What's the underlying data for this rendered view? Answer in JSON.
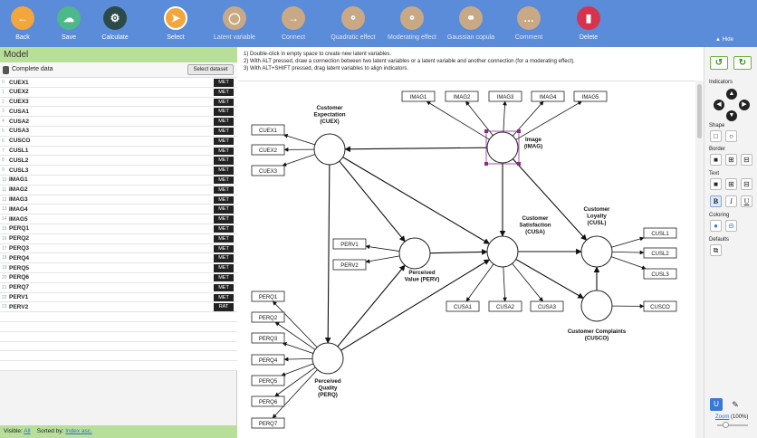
{
  "toolbar": {
    "items": [
      {
        "id": "back",
        "label": "Back",
        "color": "#f2a63c",
        "glyph": "←",
        "icon": "arrow-left-icon"
      },
      {
        "id": "save",
        "label": "Save",
        "color": "#4db889",
        "glyph": "☁",
        "icon": "cloud-upload-icon"
      },
      {
        "id": "calculate",
        "label": "Calculate",
        "color": "#2d4a4a",
        "glyph": "⚙",
        "icon": "gear-icon"
      },
      {
        "id": "select",
        "label": "Select",
        "color": "#f2a63c",
        "glyph": "➤",
        "icon": "cursor-icon"
      },
      {
        "id": "latent-variable",
        "label": "Latent variable",
        "color": "#c9a985",
        "glyph": "◯",
        "icon": "circle-icon"
      },
      {
        "id": "connect",
        "label": "Connect",
        "color": "#c9a985",
        "glyph": "→",
        "icon": "arrow-right-icon"
      },
      {
        "id": "quadratic-effect",
        "label": "Quadratic effect",
        "color": "#c9a985",
        "glyph": "⚬",
        "icon": "person-icon"
      },
      {
        "id": "moderating-effect",
        "label": "Moderating effect",
        "color": "#c9a985",
        "glyph": "⚬",
        "icon": "person-icon"
      },
      {
        "id": "gaussian-copula",
        "label": "Gaussian copula",
        "color": "#c9a985",
        "glyph": "⚭",
        "icon": "group-icon"
      },
      {
        "id": "comment",
        "label": "Comment",
        "color": "#c9a985",
        "glyph": "…",
        "icon": "speech-bubble-icon"
      },
      {
        "id": "delete",
        "label": "Delete",
        "color": "#d6334c",
        "glyph": "▮",
        "icon": "trash-icon"
      }
    ],
    "hide_label": "Hide"
  },
  "left": {
    "title": "Model",
    "dataset_label": "Complete data",
    "select_dataset": "Select dataset",
    "indicators": [
      {
        "num": "0",
        "name": "CUEX1",
        "tag": "MET"
      },
      {
        "num": "1",
        "name": "CUEX2",
        "tag": "MET"
      },
      {
        "num": "2",
        "name": "CUEX3",
        "tag": "MET"
      },
      {
        "num": "3",
        "name": "CUSA1",
        "tag": "MET"
      },
      {
        "num": "4",
        "name": "CUSA2",
        "tag": "MET"
      },
      {
        "num": "5",
        "name": "CUSA3",
        "tag": "MET"
      },
      {
        "num": "6",
        "name": "CUSCO",
        "tag": "MET"
      },
      {
        "num": "7",
        "name": "CUSL1",
        "tag": "MET"
      },
      {
        "num": "8",
        "name": "CUSL2",
        "tag": "MET"
      },
      {
        "num": "9",
        "name": "CUSL3",
        "tag": "MET"
      },
      {
        "num": "10",
        "name": "IMAG1",
        "tag": "MET"
      },
      {
        "num": "11",
        "name": "IMAG2",
        "tag": "MET"
      },
      {
        "num": "12",
        "name": "IMAG3",
        "tag": "MET"
      },
      {
        "num": "13",
        "name": "IMAG4",
        "tag": "MET"
      },
      {
        "num": "14",
        "name": "IMAG5",
        "tag": "MET"
      },
      {
        "num": "15",
        "name": "PERQ1",
        "tag": "MET"
      },
      {
        "num": "16",
        "name": "PERQ2",
        "tag": "MET"
      },
      {
        "num": "17",
        "name": "PERQ3",
        "tag": "MET"
      },
      {
        "num": "18",
        "name": "PERQ4",
        "tag": "MET"
      },
      {
        "num": "19",
        "name": "PERQ5",
        "tag": "MET"
      },
      {
        "num": "20",
        "name": "PERQ6",
        "tag": "MET"
      },
      {
        "num": "21",
        "name": "PERQ7",
        "tag": "MET"
      },
      {
        "num": "22",
        "name": "PERV1",
        "tag": "MET"
      },
      {
        "num": "23",
        "name": "PERV2",
        "tag": "RAT"
      }
    ],
    "footer_visible_label": "Visible:",
    "footer_visible_value": "All",
    "footer_sorted_label": "Sorted by:",
    "footer_sorted_value": "Index asc."
  },
  "instructions": [
    "1) Double-click in empty space to create new latent variables.",
    "2) With ALT pressed, draw a connection between two latent variables or a latent variable and another connection (for a moderating effect).",
    "3) With ALT+SHIFT pressed, drag latent variables to align indicators."
  ],
  "latents": [
    {
      "id": "CUEX",
      "label": [
        "Customer",
        "Expectation",
        "(CUEX)"
      ]
    },
    {
      "id": "IMAG",
      "label": [
        "Image",
        "(IMAG)"
      ]
    },
    {
      "id": "PERV",
      "label": [
        "Perceived",
        "Value (PERV)"
      ]
    },
    {
      "id": "CUSA",
      "label": [
        "Customer",
        "Satisfaction",
        "(CUSA)"
      ]
    },
    {
      "id": "CUSL",
      "label": [
        "Customer",
        "Loyalty",
        "(CUSL)"
      ]
    },
    {
      "id": "CUSCO",
      "label": [
        "Customer Complaints",
        "(CUSCO)"
      ]
    },
    {
      "id": "PERQ",
      "label": [
        "Perceived",
        "Quality",
        "(PERQ)"
      ]
    }
  ],
  "right": {
    "indicators_h": "Indicators",
    "shape_h": "Shape",
    "border_h": "Border",
    "text_h": "Text",
    "coloring_h": "Coloring",
    "defaults_h": "Defaults",
    "zoom_label": "Zoom",
    "zoom_value": "(100%)"
  }
}
